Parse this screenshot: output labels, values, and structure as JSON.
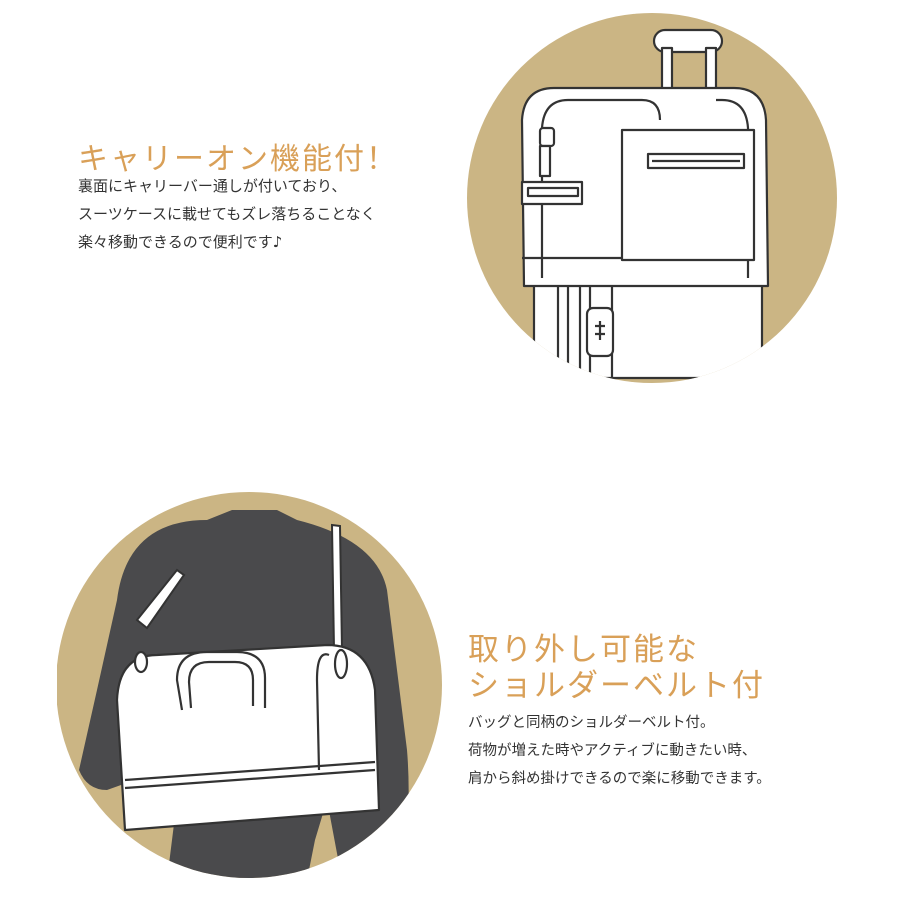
{
  "carry_feature": {
    "heading": "キャリーオン機能付！",
    "description_lines": [
      "裏面にキャリーバー通しが付いており、",
      "スーツケースに載せてもズレ落ちることなく",
      "楽々移動できるので便利です♪"
    ]
  },
  "strap_feature": {
    "heading_lines": [
      "取り外し可能な",
      "ショルダーベルト付"
    ],
    "description_lines": [
      "バッグと同柄のショルダーベルト付。",
      "荷物が増えた時やアクティブに動きたい時、",
      "肩から斜め掛けできるので楽に移動できます。"
    ]
  },
  "colors": {
    "accent": "#d9a058",
    "circle": "#cbb584",
    "silhouette": "#4a4a4c",
    "text": "#333333"
  },
  "illustrations": {
    "carry": "bag-on-suitcase-illustration",
    "strap": "person-with-shoulder-bag-illustration"
  }
}
